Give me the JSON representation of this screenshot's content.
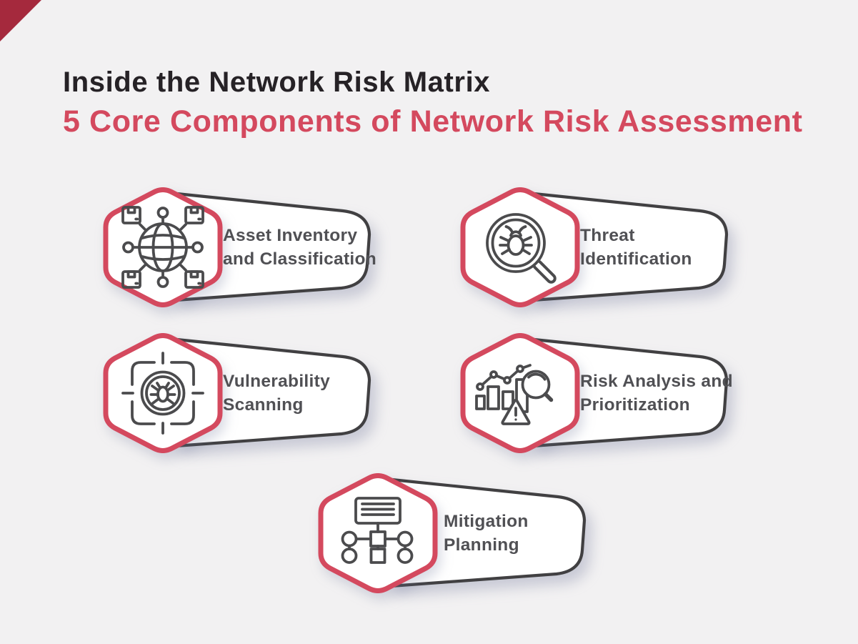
{
  "page": {
    "background_color": "#f2f1f2",
    "corner_triangle_color": "#a5293d"
  },
  "header": {
    "title": "Inside the Network Risk Matrix",
    "subtitle": "5 Core Components of Network Risk Assessment",
    "title_color": "#262226",
    "subtitle_color": "#d4495e"
  },
  "theme": {
    "accent_red": "#d4495e",
    "outline_dark": "#414042",
    "icon_stroke": "#4b4b4d",
    "label_text_color": "#505054"
  },
  "badges": [
    {
      "id": "asset-inventory",
      "icon": "network-globe-packages-icon",
      "line1": "Asset Inventory",
      "line2": "and Classification"
    },
    {
      "id": "threat-identification",
      "icon": "magnifier-bug-icon",
      "line1": "Threat",
      "line2": "Identification"
    },
    {
      "id": "vulnerability-scanning",
      "icon": "scan-frame-bug-icon",
      "line1": "Vulnerability",
      "line2": "Scanning"
    },
    {
      "id": "risk-analysis",
      "icon": "chart-magnifier-warning-icon",
      "line1": "Risk Analysis and",
      "line2": "Prioritization"
    },
    {
      "id": "mitigation-planning",
      "icon": "flowchart-icon",
      "line1": "Mitigation",
      "line2": "Planning"
    }
  ]
}
